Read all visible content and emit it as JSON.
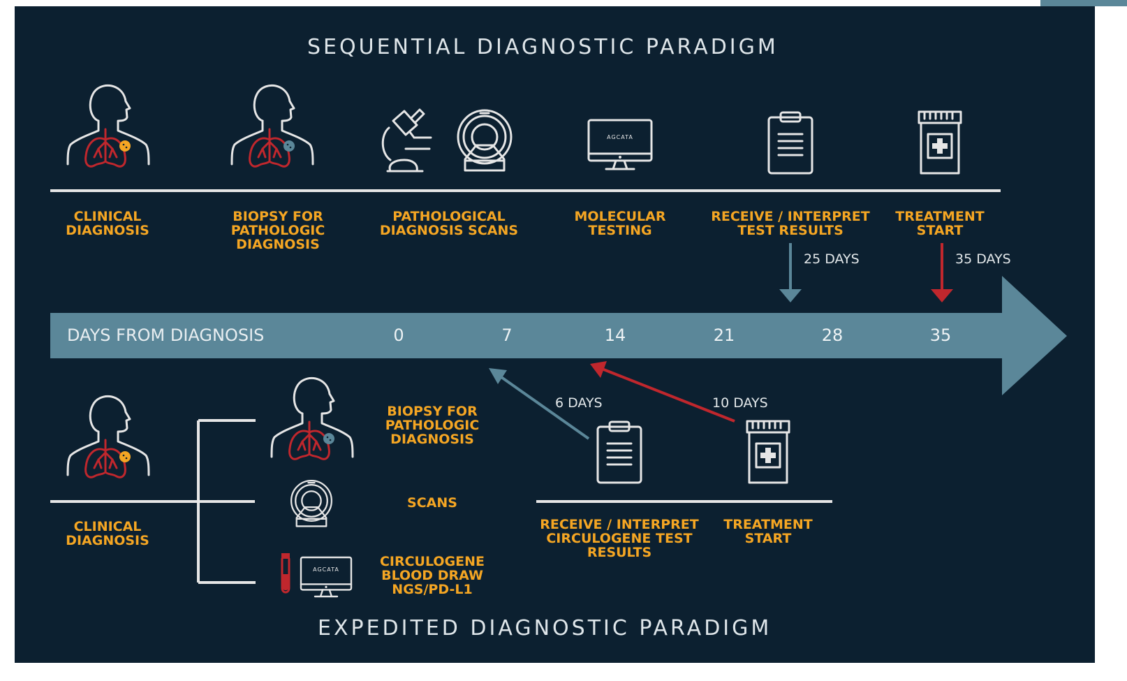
{
  "colors": {
    "background": "#0c2030",
    "timeline": "#5b8799",
    "label": "#f5a623",
    "red": "#c0272d",
    "white": "#e6e6e6"
  },
  "sequential": {
    "title": "SEQUENTIAL DIAGNOSTIC PARADIGM",
    "steps": [
      {
        "icon": "person-lungs-tumor-icon",
        "label": "CLINICAL\nDIAGNOSIS"
      },
      {
        "icon": "person-lungs-biopsy-icon",
        "label": "BIOPSY FOR\nPATHOLOGIC\nDIAGNOSIS"
      },
      {
        "icon": "microscope-scanner-icon",
        "label": "PATHOLOGICAL\nDIAGNOSIS SCANS"
      },
      {
        "icon": "monitor-icon",
        "label": "MOLECULAR\nTESTING"
      },
      {
        "icon": "clipboard-icon",
        "label": "RECEIVE / INTERPRET\nTEST RESULTS"
      },
      {
        "icon": "medicine-bottle-icon",
        "label": "TREATMENT\nSTART"
      }
    ],
    "markers": [
      {
        "label": "25 DAYS",
        "color": "#5b8799"
      },
      {
        "label": "35 DAYS",
        "color": "#c0272d"
      }
    ]
  },
  "timeline": {
    "label": "DAYS FROM DIAGNOSIS",
    "ticks": [
      "0",
      "7",
      "14",
      "21",
      "28",
      "35"
    ]
  },
  "monitor_brand": "AGCATA",
  "expedited": {
    "title": "EXPEDITED DIAGNOSTIC PARADIGM",
    "clinical": "CLINICAL\nDIAGNOSIS",
    "branches": [
      {
        "icon": "person-lungs-biopsy-icon",
        "label": "BIOPSY FOR\nPATHOLOGIC\nDIAGNOSIS"
      },
      {
        "icon": "scanner-icon",
        "label": "SCANS"
      },
      {
        "icon": "blood-tube-monitor-icon",
        "label": "CIRCULOGENE\nBLOOD DRAW\nNGS/PD-L1"
      }
    ],
    "results": [
      {
        "icon": "clipboard-icon",
        "label": "RECEIVE / INTERPRET\nCIRCULOGENE TEST\nRESULTS"
      },
      {
        "icon": "medicine-bottle-icon",
        "label": "TREATMENT\nSTART"
      }
    ],
    "markers": [
      {
        "label": "6 DAYS",
        "color": "#5b8799"
      },
      {
        "label": "10 DAYS",
        "color": "#c0272d"
      }
    ]
  }
}
